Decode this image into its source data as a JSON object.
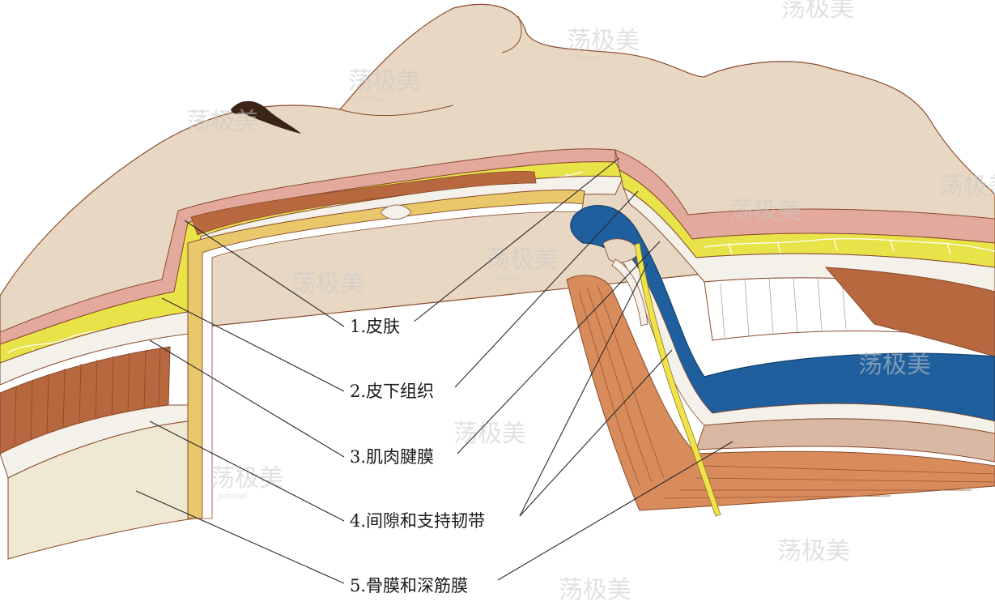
{
  "labels": [
    {
      "id": "skin",
      "text": "1.皮肤"
    },
    {
      "id": "subcutaneous",
      "text": "2.皮下组织"
    },
    {
      "id": "smas",
      "text": "3.肌肉腱膜"
    },
    {
      "id": "spaces",
      "text": "4.间隙和支持韧带"
    },
    {
      "id": "periosteum",
      "text": "5.骨膜和深筋膜"
    }
  ],
  "watermark": {
    "text": "荡极美",
    "subtext": "Jizhimei"
  },
  "colors": {
    "skin": "#e8d8c3",
    "skin_dermis": "#e2a99c",
    "fat": "#e9e34a",
    "fat_vein": "#ffffff",
    "fascia": "#f3f1ea",
    "muscle": "#b8683f",
    "muscle_light": "#d88c5c",
    "bone": "#efe8d2",
    "periosteum_yellow": "#e8c86a",
    "blue": "#1f5f9e",
    "nerve": "#f0e24a",
    "hair": "#3a2418"
  }
}
